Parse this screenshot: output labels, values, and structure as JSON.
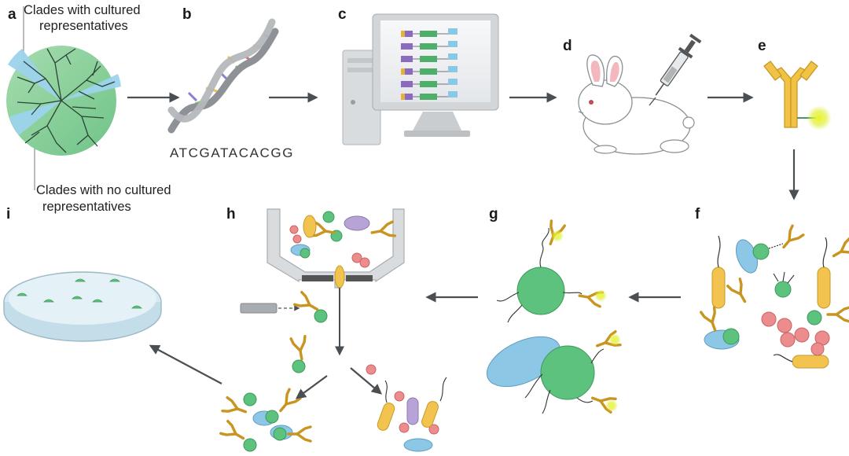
{
  "panels": [
    "a",
    "b",
    "c",
    "d",
    "e",
    "f",
    "g",
    "h",
    "i"
  ],
  "annotations": {
    "cultured": [
      "Clades with cultured",
      "representatives"
    ],
    "uncultured": [
      "Clades with no cultured",
      "representatives"
    ]
  },
  "sequence": "ATCGATACACGG",
  "colors": {
    "tree_green": "#8ed29e",
    "clade_blue": "#9cd3ec",
    "cell_green": "#5cc27e",
    "cell_blue": "#8cc7e6",
    "rod_yellow": "#f2c44f",
    "antibody_gold": "#d6a52a",
    "fluor_glow": "#dfef3a",
    "red_particle": "#ec8c8c",
    "purple_cell": "#b8a3d6",
    "arrow": "#4a4f54"
  },
  "icons": [
    "phylogenetic-tree-icon",
    "dna-helix-icon",
    "computer-icon",
    "rabbit-icon",
    "syringe-icon",
    "antibody-icon",
    "bacteria-mixture-icon",
    "labeled-cell-icon",
    "cell-sorter-icon",
    "petri-dish-icon"
  ]
}
